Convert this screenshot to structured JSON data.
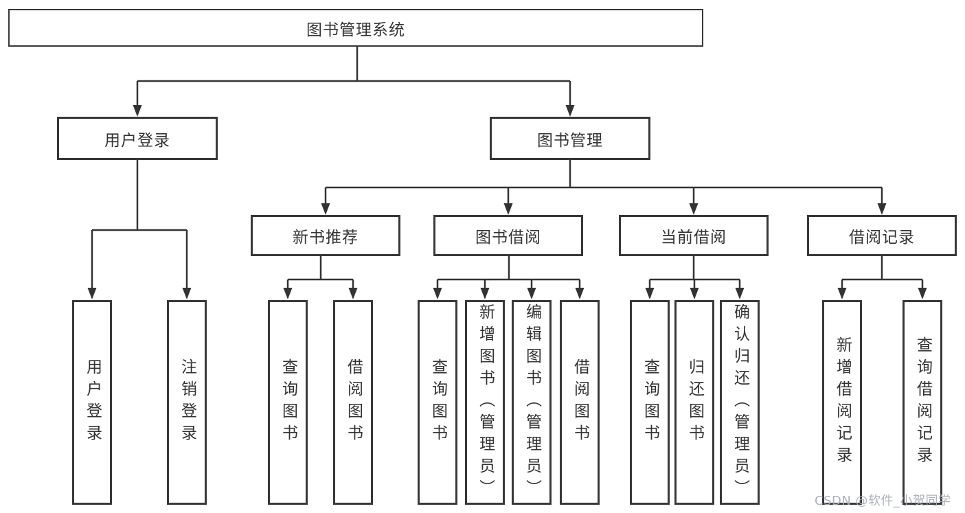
{
  "tree": {
    "root": "图书管理系统",
    "branches": [
      {
        "label": "用户登录",
        "children": [
          "用户登录",
          "注销登录"
        ]
      },
      {
        "label": "图书管理",
        "children": [
          {
            "label": "新书推荐",
            "children": [
              "查询图书",
              "借阅图书"
            ]
          },
          {
            "label": "图书借阅",
            "children": [
              "查询图书",
              "新增图书（管理员）",
              "编辑图书（管理员）",
              "借阅图书"
            ]
          },
          {
            "label": "当前借阅",
            "children": [
              "查询图书",
              "归还图书",
              "确认归还（管理员）"
            ]
          },
          {
            "label": "借阅记录",
            "children": [
              "新增借阅记录",
              "查询借阅记录"
            ]
          }
        ]
      }
    ]
  },
  "watermark": "CSDN @软件_小贺同学",
  "colors": {
    "line": "#333333",
    "box_border": "#383838",
    "text": "#333333",
    "watermark": "#a8aeb5",
    "background": "#ffffff"
  }
}
